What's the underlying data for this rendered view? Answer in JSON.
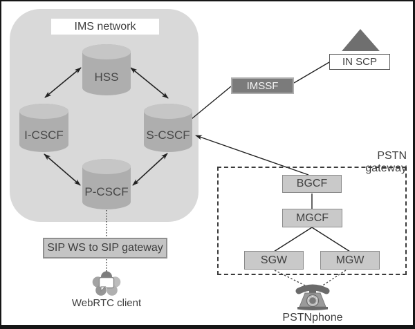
{
  "diagram_title": "IMS network",
  "ims": {
    "label": "IMS network",
    "nodes": {
      "hss": "HSS",
      "icscf": "I-CSCF",
      "scscf": "S-CSCF",
      "pcscf": "P-CSCF"
    }
  },
  "intelligent_network": {
    "imssf": "IMSSF",
    "in_scp": "IN SCP"
  },
  "pstn_gateway": {
    "label": "PSTN gateway",
    "bgcf": "BGCF",
    "mgcf": "MGCF",
    "sgw": "SGW",
    "mgw": "MGW"
  },
  "sip_ws_gateway": "SIP WS to SIP gateway",
  "endpoints": {
    "webrtc_client": "WebRTC client",
    "pstn_phone": "PSTNphone"
  },
  "edges": [
    {
      "from": "HSS",
      "to": "I-CSCF",
      "style": "double-arrow"
    },
    {
      "from": "HSS",
      "to": "S-CSCF",
      "style": "double-arrow"
    },
    {
      "from": "I-CSCF",
      "to": "P-CSCF",
      "style": "double-arrow"
    },
    {
      "from": "S-CSCF",
      "to": "P-CSCF",
      "style": "double-arrow"
    },
    {
      "from": "S-CSCF",
      "to": "IMSSF",
      "style": "line"
    },
    {
      "from": "IMSSF",
      "to": "IN SCP",
      "style": "line"
    },
    {
      "from": "BGCF",
      "to": "S-CSCF",
      "style": "arrow"
    },
    {
      "from": "BGCF",
      "to": "MGCF",
      "style": "line"
    },
    {
      "from": "MGCF",
      "to": "SGW",
      "style": "line"
    },
    {
      "from": "MGCF",
      "to": "MGW",
      "style": "line"
    },
    {
      "from": "P-CSCF",
      "to": "SIP WS to SIP gateway",
      "style": "dotted"
    },
    {
      "from": "SIP WS to SIP gateway",
      "to": "WebRTC client",
      "style": "dotted"
    },
    {
      "from": "SGW",
      "to": "PSTNphone",
      "style": "dotted"
    },
    {
      "from": "MGW",
      "to": "PSTNphone",
      "style": "dotted"
    }
  ],
  "colors": {
    "ims_container": "#d9d9d9",
    "cylinder_body": "#aeaeae",
    "cylinder_top": "#c6c6c6",
    "node_box_fill": "#c9c9c9",
    "node_box_border": "#8a8a8a",
    "imssf_fill": "#7b7b7b",
    "triangle": "#6f6f6f",
    "line": "#222222",
    "text": "#3d3d3d"
  }
}
